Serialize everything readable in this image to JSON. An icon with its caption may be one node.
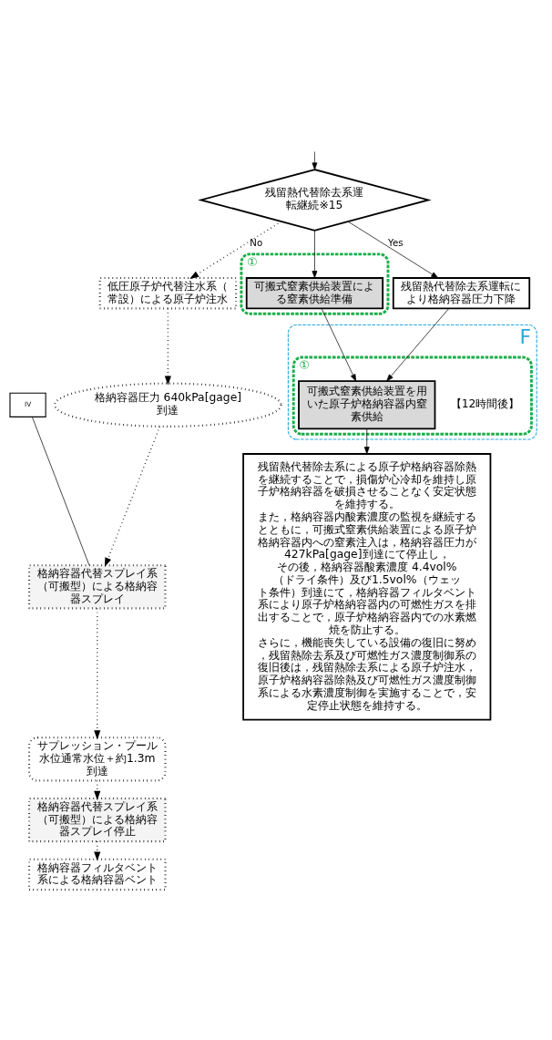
{
  "diagram": {
    "nodes": [
      {
        "text": [
          "残留熱代替除去系運転継続※15"
        ]
      },
      {
        "text": [
          "残留熱代替除去系運転により格納容器圧力下降"
        ]
      },
      {
        "text": [
          "①"
        ]
      },
      {
        "text": [
          "可搬式窒素供給装置による窒素供給準備"
        ],
        "in": 2
      },
      {
        "text": [
          "F"
        ]
      },
      {
        "text": [
          "①"
        ],
        "in": 4,
        "beside": [
          "【12時間後】"
        ]
      },
      {
        "text": [
          "可搬式窒素供給装置を用いた原子炉格納容器内窒素供給"
        ],
        "in": 5
      },
      {
        "text": [
          "残留熱代替除去系による原子炉格納容器除熱を継続することで，損傷炉心冷却を維持し原子炉格納容器を破損させることなく安定状態を維持する。",
          "また，格納容器内酸素濃度の監視を継続するとともに，可搬式窒素供給装置による原子炉格納容器内への窒素注入は，格納容器圧力が427kPa[gage]到達にて停止し，その後，格納容器酸素濃度 4.4vol%（ドライ条件）及び1.5vol%（ウェット条件）到達にて，格納容器フィルタベント系により原子炉格納容器内の可燃性ガスを排出することで，原子炉格納容器内での水素燃焼を防止する。",
          "さらに，機能喪失している設備の復旧に努め，残留熱除去系及び可燃性ガス濃度制御系の復旧後は，残留熱除去系による原子炉注水，原子炉格納容器除熱及び可燃性ガス濃度制御系による水素濃度制御を実施することで，安定停止状態を維持する。"
        ]
      },
      {
        "text": [
          "低圧原子炉代替注水系（常設）による原子炉注水"
        ]
      },
      {
        "text": [
          "格納容器圧力 640kPa[gage]到達"
        ]
      },
      {
        "text": [
          "IV"
        ]
      },
      {
        "text": [
          "格納容器代替スプレイ系（可搬型）による格納容器スプレイ"
        ]
      },
      {
        "text": [
          "サプレッション・プール水位通常水位＋約1.3m到達"
        ]
      },
      {
        "text": [
          "格納容器代替スプレイ系（可搬型）による格納容器スプレイ停止"
        ]
      },
      {
        "text": [
          "格納容器フィルタベント系による格納容器ベント"
        ]
      }
    ],
    "edges": [
      {
        "from": null,
        "to": 0,
        "arrow": "to"
      },
      {
        "from": 0,
        "to": 1,
        "arrow": "to",
        "label": "Yes"
      },
      {
        "from": 0,
        "to": 3,
        "arrow": "to"
      },
      {
        "from": 0,
        "to": 8,
        "arrow": "to",
        "label": "No",
        "style": "dashed"
      },
      {
        "from": 1,
        "to": 6,
        "arrow": "to"
      },
      {
        "from": 3,
        "to": 6,
        "arrow": "to"
      },
      {
        "from": 6,
        "to": 7,
        "arrow": "to"
      },
      {
        "from": 8,
        "to": 9,
        "arrow": "to",
        "style": "dashed"
      },
      {
        "from": 9,
        "to": 11,
        "arrow": "to",
        "style": "dashed"
      },
      {
        "from": 10,
        "to": 11,
        "arrow": "none"
      },
      {
        "from": 11,
        "to": 12,
        "arrow": "to",
        "style": "dashed"
      },
      {
        "from": 12,
        "to": 13,
        "arrow": "to",
        "style": "dashed"
      },
      {
        "from": 13,
        "to": 14,
        "arrow": "to",
        "style": "dashed"
      }
    ]
  }
}
